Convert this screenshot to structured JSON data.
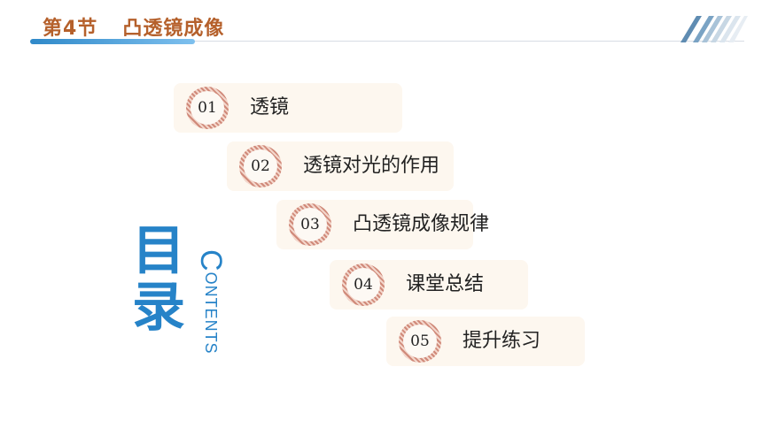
{
  "header": {
    "chapter": "第4节",
    "title": "凸透镜成像"
  },
  "toc": {
    "title": "目录",
    "contents_initial": "C",
    "contents_rest": "ONTENTS",
    "items": [
      {
        "number": "01",
        "label": "透镜"
      },
      {
        "number": "02",
        "label": "透镜对光的作用"
      },
      {
        "number": "03",
        "label": "凸透镜成像规律"
      },
      {
        "number": "04",
        "label": "课堂总结"
      },
      {
        "number": "05",
        "label": "提升练习"
      }
    ]
  },
  "colors": {
    "chapter_text": "#b5602b",
    "accent_blue": "#2683c8",
    "item_background": "#fdf7ef",
    "badge_stripe": "#d08a7a"
  }
}
